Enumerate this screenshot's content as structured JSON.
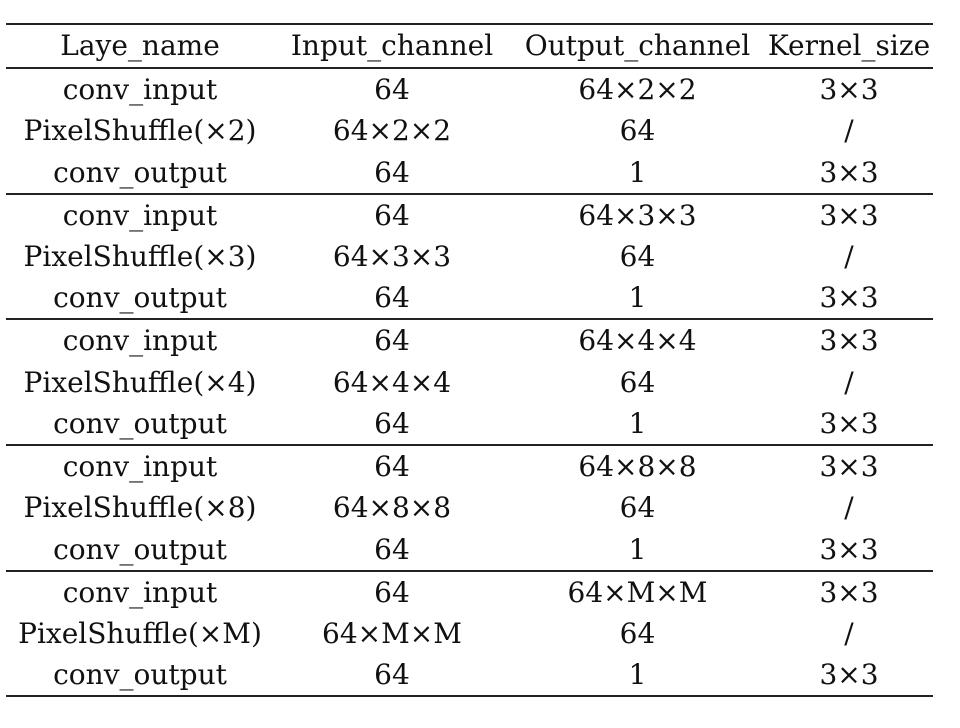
{
  "table": {
    "headers": [
      "Laye_name",
      "Input_channel",
      "Output_channel",
      "Kernel_size"
    ],
    "rows": [
      [
        "conv_input",
        "64",
        "64×2×2",
        "3×3"
      ],
      [
        "PixelShuffle(×2)",
        "64×2×2",
        "64",
        "/"
      ],
      [
        "conv_output",
        "64",
        "1",
        "3×3"
      ],
      [
        "conv_input",
        "64",
        "64×3×3",
        "3×3"
      ],
      [
        "PixelShuffle(×3)",
        "64×3×3",
        "64",
        "/"
      ],
      [
        "conv_output",
        "64",
        "1",
        "3×3"
      ],
      [
        "conv_input",
        "64",
        "64×4×4",
        "3×3"
      ],
      [
        "PixelShuffle(×4)",
        "64×4×4",
        "64",
        "/"
      ],
      [
        "conv_output",
        "64",
        "1",
        "3×3"
      ],
      [
        "conv_input",
        "64",
        "64×8×8",
        "3×3"
      ],
      [
        "PixelShuffle(×8)",
        "64×8×8",
        "64",
        "/"
      ],
      [
        "conv_output",
        "64",
        "1",
        "3×3"
      ],
      [
        "conv_input",
        "64",
        "64×M×M",
        "3×3"
      ],
      [
        "PixelShuffle(×M)",
        "64×M×M",
        "64",
        "/"
      ],
      [
        "conv_output",
        "64",
        "1",
        "3×3"
      ]
    ]
  }
}
